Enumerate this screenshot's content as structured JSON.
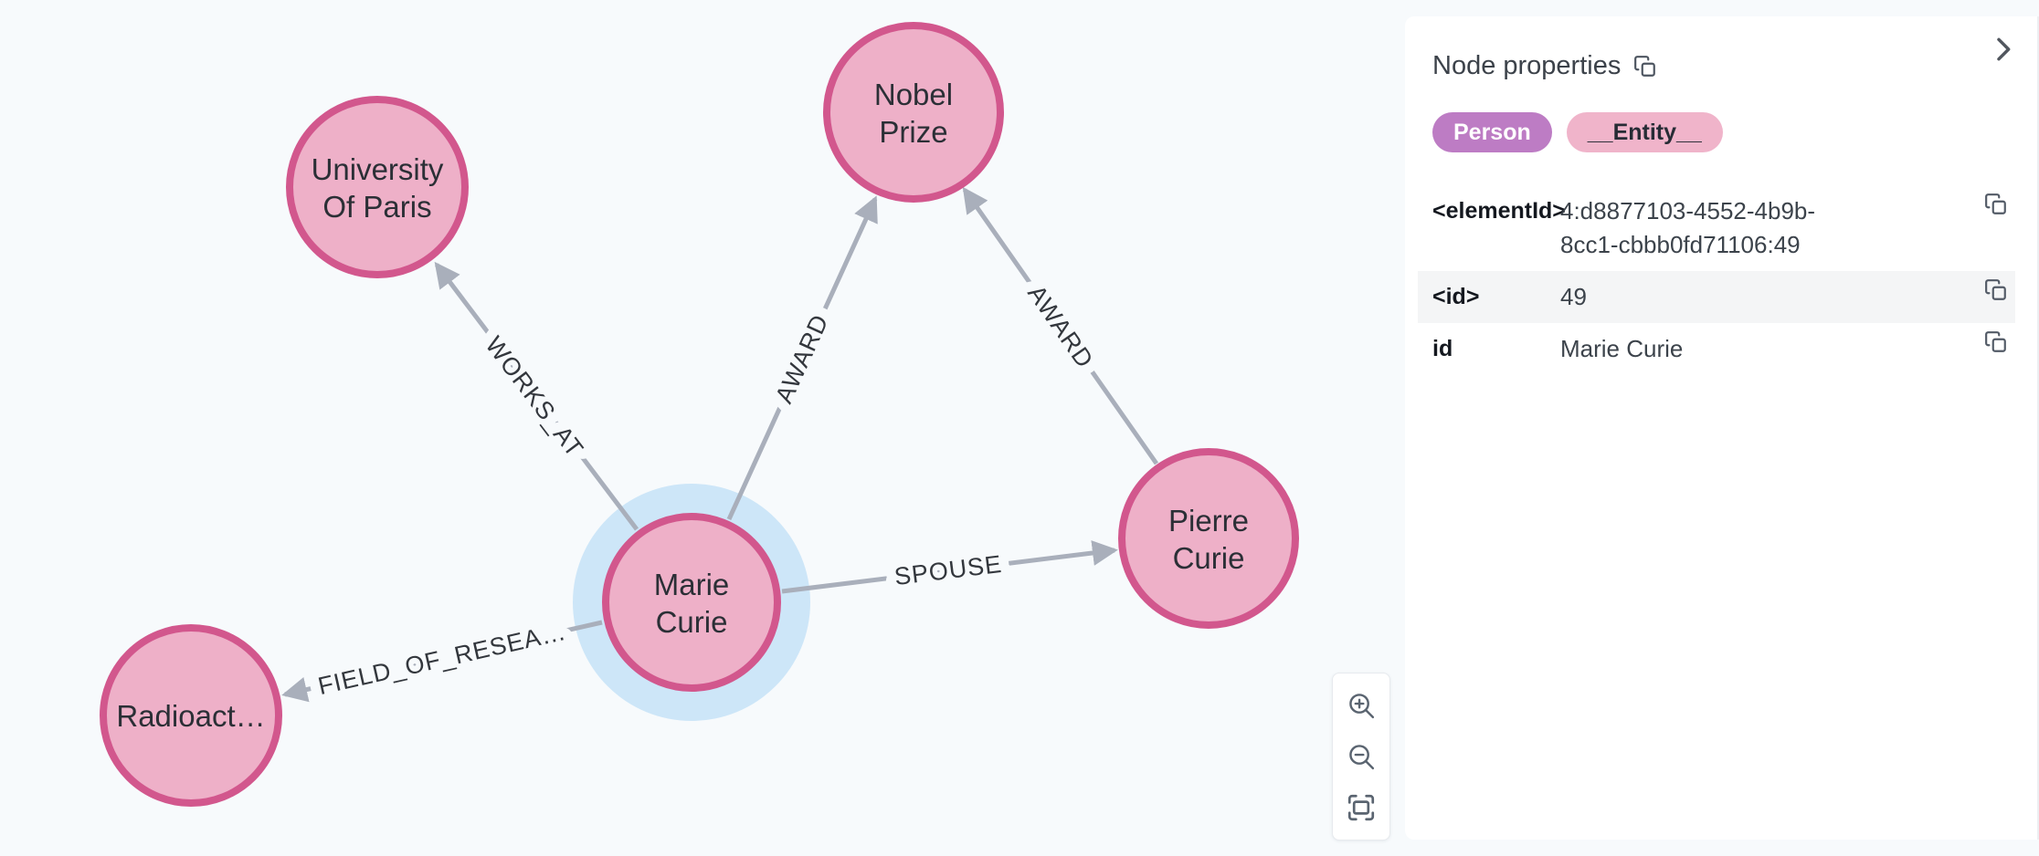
{
  "colors": {
    "canvas_background": "#f7fafc",
    "node_fill": "#eeb0c8",
    "node_border": "#d2578d",
    "selection_halo": "#cde6f8",
    "relationship_gray": "#a9afbb",
    "person_badge": "#bd7cc4",
    "entity_badge": "#f0b4ca",
    "alt_row_background": "#f4f5f6"
  },
  "graph": {
    "nodes": [
      {
        "name": "university-of-paris",
        "label_lines": [
          "University",
          "Of Paris"
        ]
      },
      {
        "name": "nobel-prize",
        "label_lines": [
          "Nobel",
          "Prize"
        ]
      },
      {
        "name": "marie-curie",
        "label_lines": [
          "Marie",
          "Curie"
        ],
        "selected": true
      },
      {
        "name": "pierre-curie",
        "label_lines": [
          "Pierre",
          "Curie"
        ]
      },
      {
        "name": "radioactivity",
        "label_lines": [
          "Radioact…"
        ]
      }
    ],
    "edges": [
      {
        "label": "WORKS_AT"
      },
      {
        "label": "AWARD"
      },
      {
        "label": "AWARD"
      },
      {
        "label": "SPOUSE"
      },
      {
        "label": "FIELD_OF_RESEA…"
      }
    ]
  },
  "panel": {
    "title": "Node properties",
    "node_labels": [
      {
        "text": "Person"
      },
      {
        "text": "__Entity__"
      }
    ],
    "properties": [
      {
        "key": "<elementId>",
        "value": "4:d8877103-4552-4b9b-8cc1-cbbb0fd71106:49"
      },
      {
        "key": "<id>",
        "value": "49"
      },
      {
        "key": "id",
        "value": "Marie Curie"
      }
    ]
  },
  "icons": {
    "title_copy": "copy-icon",
    "collapse": "chevron-right-icon",
    "zoom_in": "magnifier-plus-icon",
    "zoom_out": "magnifier-minus-icon",
    "fit": "fit-to-screen-icon",
    "row_copy": "copy-icon"
  }
}
